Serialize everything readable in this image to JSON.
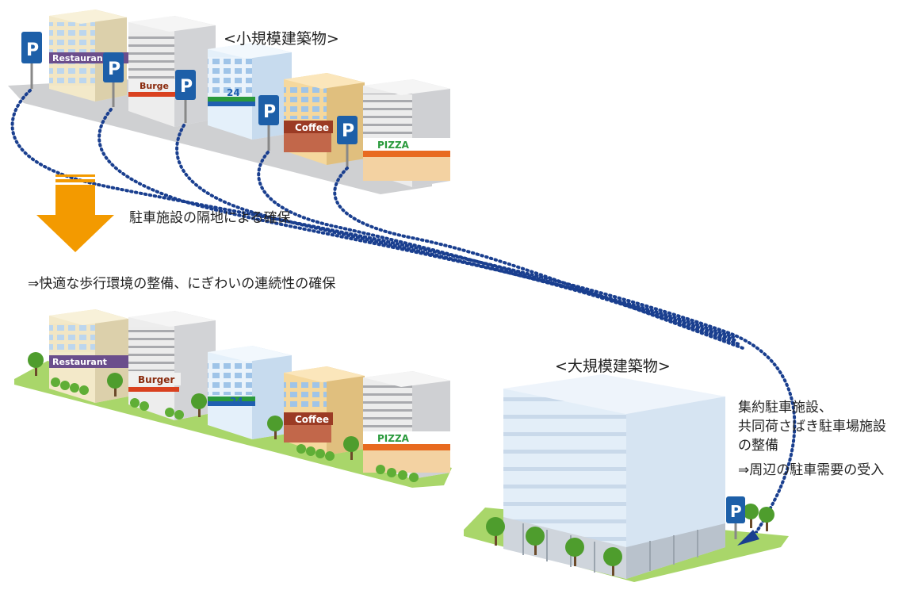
{
  "labels": {
    "small_buildings_title": "<小規模建築物>",
    "remote_parking": "駐車施設の隔地による確保",
    "result_walk": "⇒快適な歩行環境の整備、にぎわいの連続性の確保",
    "large_building_title": "<大規模建築物>",
    "consolidated_line1": "集約駐車施設、",
    "consolidated_line2": "共同荷さばき駐車場施設",
    "consolidated_line3": "の整備",
    "consolidated_result": "⇒周辺の駐車需要の受入"
  },
  "shops": {
    "restaurant": "Restaurant",
    "restaurant_top": "Restauran",
    "burger": "Burger",
    "burger_top": "Burge",
    "convenience": "24",
    "coffee": "Coffee",
    "pizza": "PIZZA",
    "parking": "P"
  },
  "colors": {
    "route_dots": "#1a3f8f",
    "arrow": "#f39a00",
    "parking_sign": "#1d5fa8",
    "grass": "#a9d66a",
    "tree": "#4e9d2d",
    "street_gray": "#c9cacc"
  },
  "icons": {
    "parking_sign": "parking-sign-icon",
    "down_arrow": "down-arrow-icon",
    "tree": "tree-icon"
  }
}
